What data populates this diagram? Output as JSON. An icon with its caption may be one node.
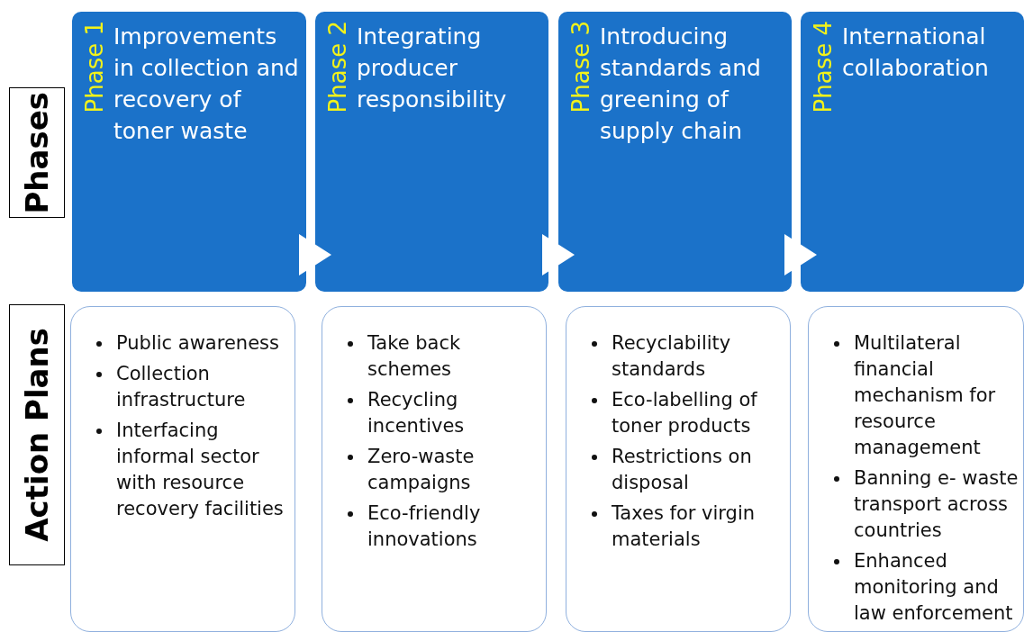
{
  "diagram": {
    "nodes": [
      {
        "text": [
          "Phases"
        ]
      },
      {
        "text": [
          "Action Plans"
        ]
      },
      {
        "text": [
          "Phase 1",
          "Improvements in collection and recovery of toner waste"
        ]
      },
      {
        "text": [
          "Phase 2",
          "Integrating producer responsibility"
        ]
      },
      {
        "text": [
          "Phase 3",
          "Introducing standards and greening of supply chain"
        ]
      },
      {
        "text": [
          "Phase 4",
          "International collaboration"
        ]
      },
      {
        "text": [
          "Public awareness",
          "Collection infrastructure",
          "Interfacing informal sector with resource recovery facilities"
        ]
      },
      {
        "text": [
          "Take back schemes",
          "Recycling incentives",
          "Zero-waste campaigns",
          "Eco-friendly innovations"
        ]
      },
      {
        "text": [
          "Recyclability standards",
          "Eco-labelling of toner products",
          "Restrictions on disposal",
          "Taxes for virgin materials"
        ]
      },
      {
        "text": [
          "Multilateral financial mechanism for resource management",
          "Banning e- waste transport across countries",
          "Enhanced monitoring and law enforcement"
        ]
      }
    ],
    "edges": [
      {
        "from": 2,
        "to": 3,
        "arrow": "to"
      },
      {
        "from": 3,
        "to": 4,
        "arrow": "to"
      },
      {
        "from": 4,
        "to": 5,
        "arrow": "to"
      }
    ]
  }
}
